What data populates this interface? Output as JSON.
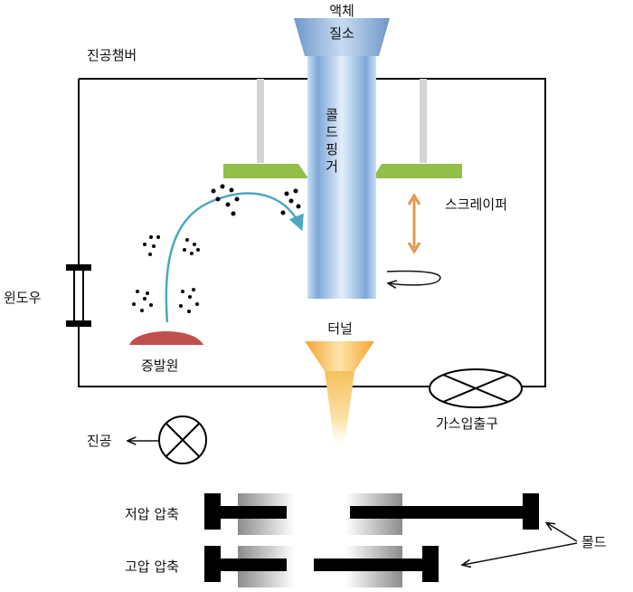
{
  "labels": {
    "chamber": "진공챔버",
    "liquid_nitrogen_line1": "액체",
    "liquid_nitrogen_line2": "질소",
    "cold_finger": "콜드핑거",
    "scraper": "스크레이퍼",
    "window": "윈도우",
    "evaporation_source": "증발원",
    "tunnel": "터널",
    "gas_inlet": "가스입출구",
    "vacuum": "진공",
    "low_pressure_compression": "저압 압축",
    "high_pressure_compression": "고압 압축",
    "mold": "몰드"
  },
  "colors": {
    "chamber_line": "#000000",
    "cold_finger": "#9fc3ea",
    "liquid_nitrogen_funnel": "#8fb3dc",
    "scraper_plate": "#92bf4a",
    "scraper_arrow": "#e39a4e",
    "particle_path": "#4aa8c0",
    "evaporation_source": "#c0504d",
    "tunnel_funnel": "#f2a83b",
    "mold": "#000000"
  }
}
